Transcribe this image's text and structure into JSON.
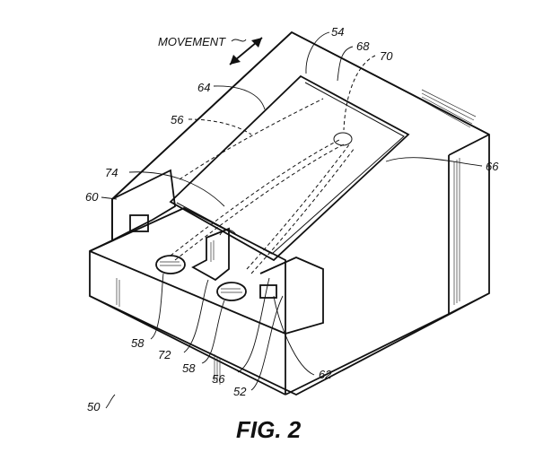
{
  "figure": {
    "title": "FIG. 2",
    "movement_label": "MOVEMENT",
    "overall_ref": "50"
  },
  "labels": {
    "l54": "54",
    "l68": "68",
    "l70": "70",
    "l64": "64",
    "l56_top": "56",
    "l74": "74",
    "l60": "60",
    "l66": "66",
    "l58_left": "58",
    "l72": "72",
    "l58_right": "58",
    "l56_bottom": "56",
    "l52": "52",
    "l62": "62"
  }
}
